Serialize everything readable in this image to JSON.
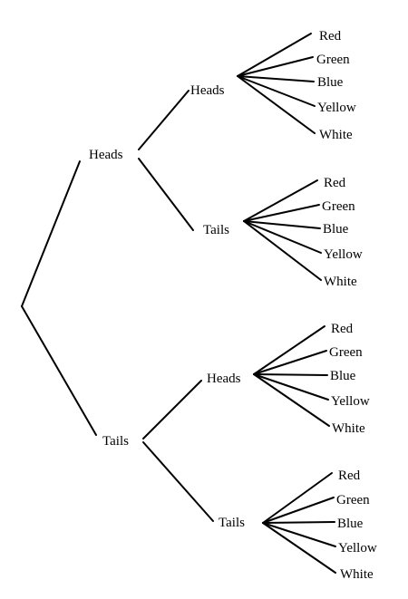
{
  "tree": {
    "children": [
      {
        "label": "Heads",
        "children": [
          {
            "label": "Heads",
            "children": [
              "Red",
              "Green",
              "Blue",
              "Yellow",
              "White"
            ]
          },
          {
            "label": "Tails",
            "children": [
              "Red",
              "Green",
              "Blue",
              "Yellow",
              "White"
            ]
          }
        ]
      },
      {
        "label": "Tails",
        "children": [
          {
            "label": "Heads",
            "children": [
              "Red",
              "Green",
              "Blue",
              "Yellow",
              "White"
            ]
          },
          {
            "label": "Tails",
            "children": [
              "Red",
              "Green",
              "Blue",
              "Yellow",
              "White"
            ]
          }
        ]
      }
    ]
  }
}
